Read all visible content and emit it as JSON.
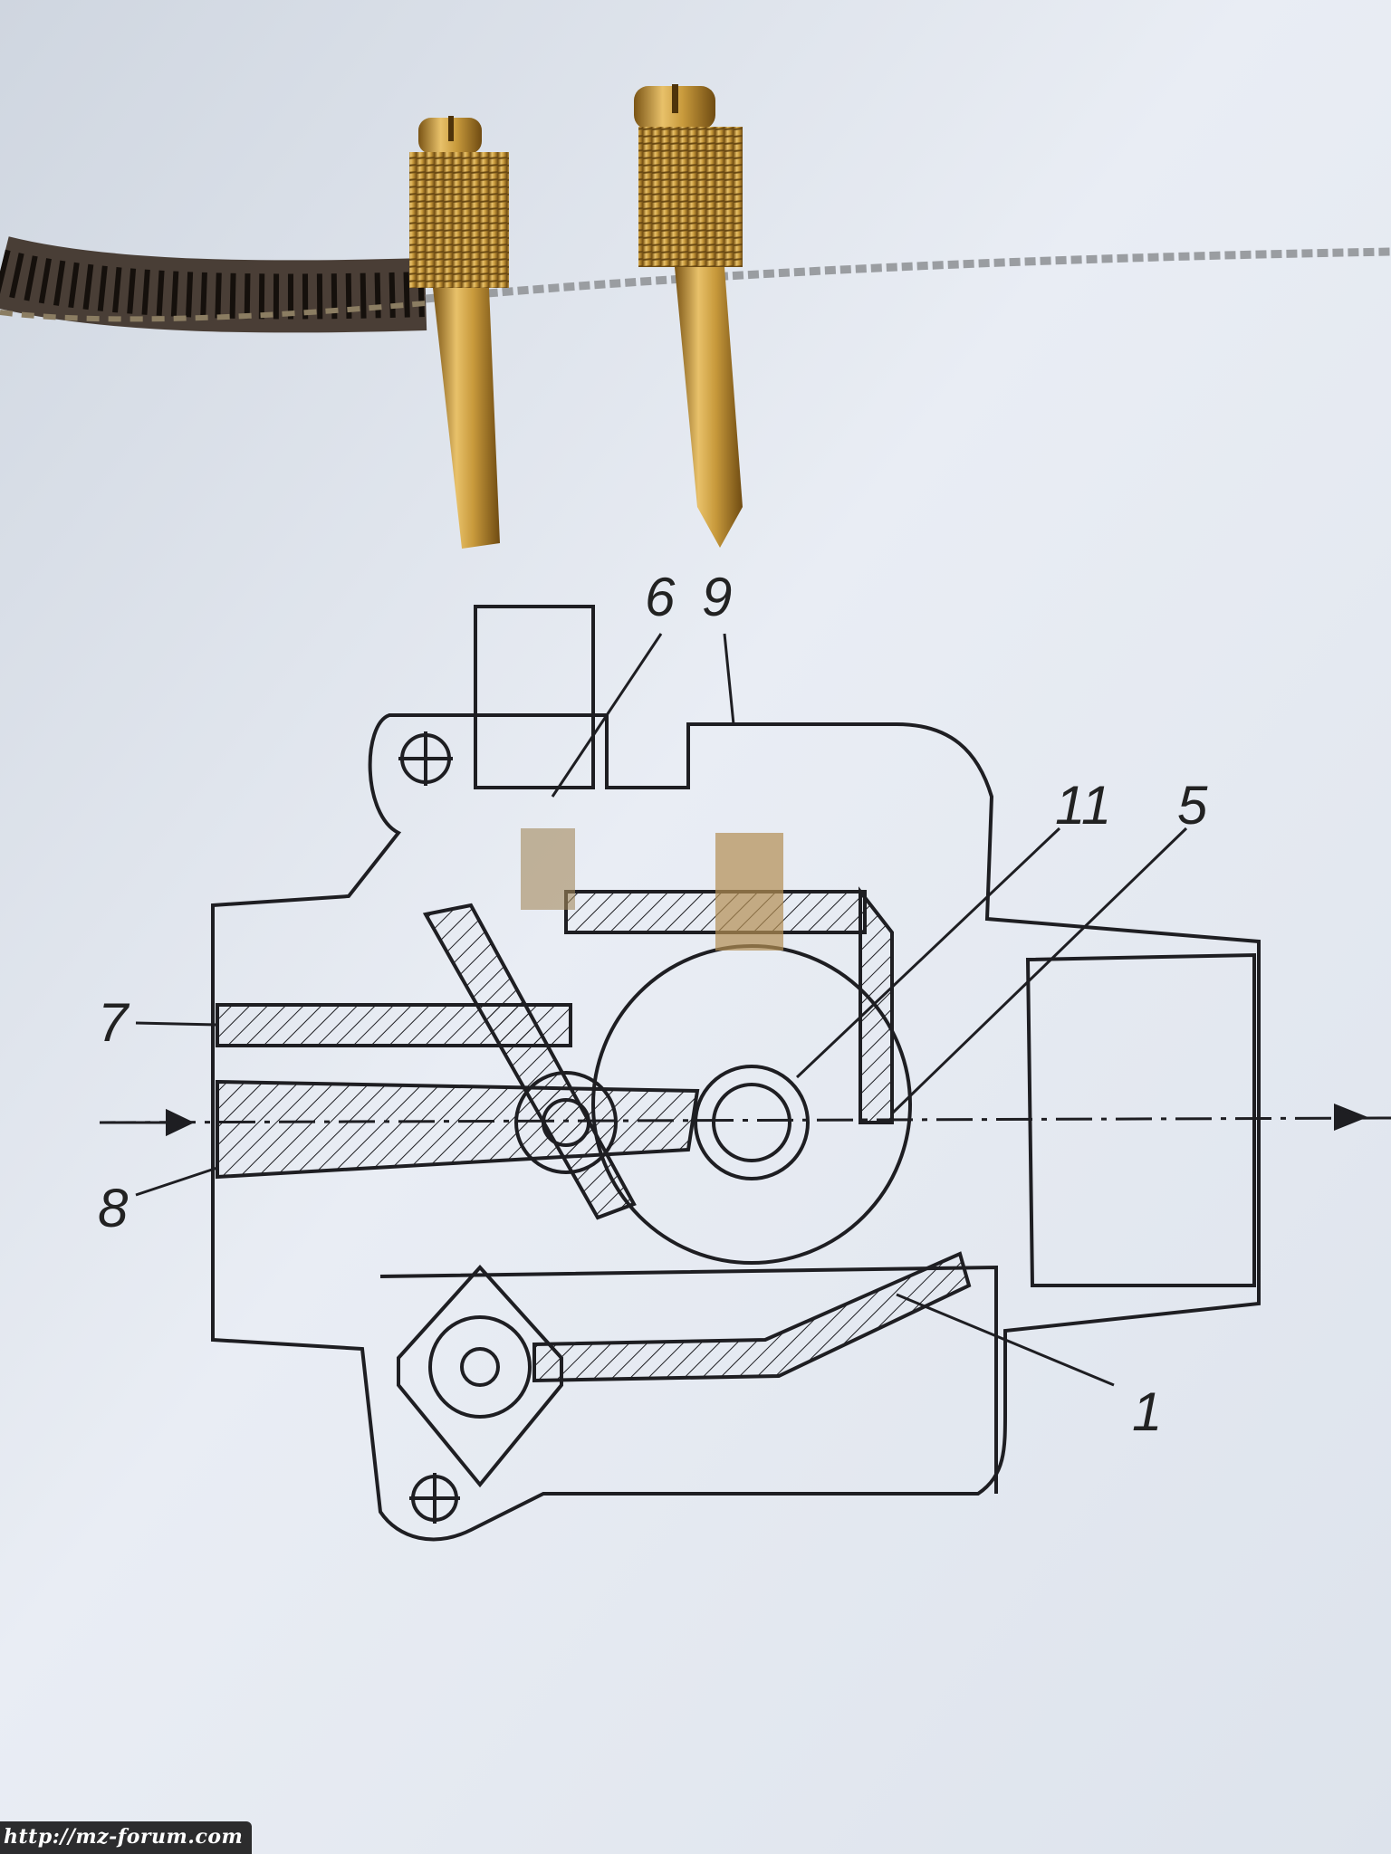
{
  "callouts": {
    "c6": "6",
    "c9": "9",
    "c11": "11",
    "c5": "5",
    "c7": "7",
    "c8": "8",
    "c1": "1"
  },
  "watermark": "http://mz-forum.com",
  "colors": {
    "paper": "#e6ebf3",
    "ink": "#1e1e22",
    "brass": "#c59a3c",
    "brush": "#2a211c",
    "wire": "#9a9da1"
  }
}
